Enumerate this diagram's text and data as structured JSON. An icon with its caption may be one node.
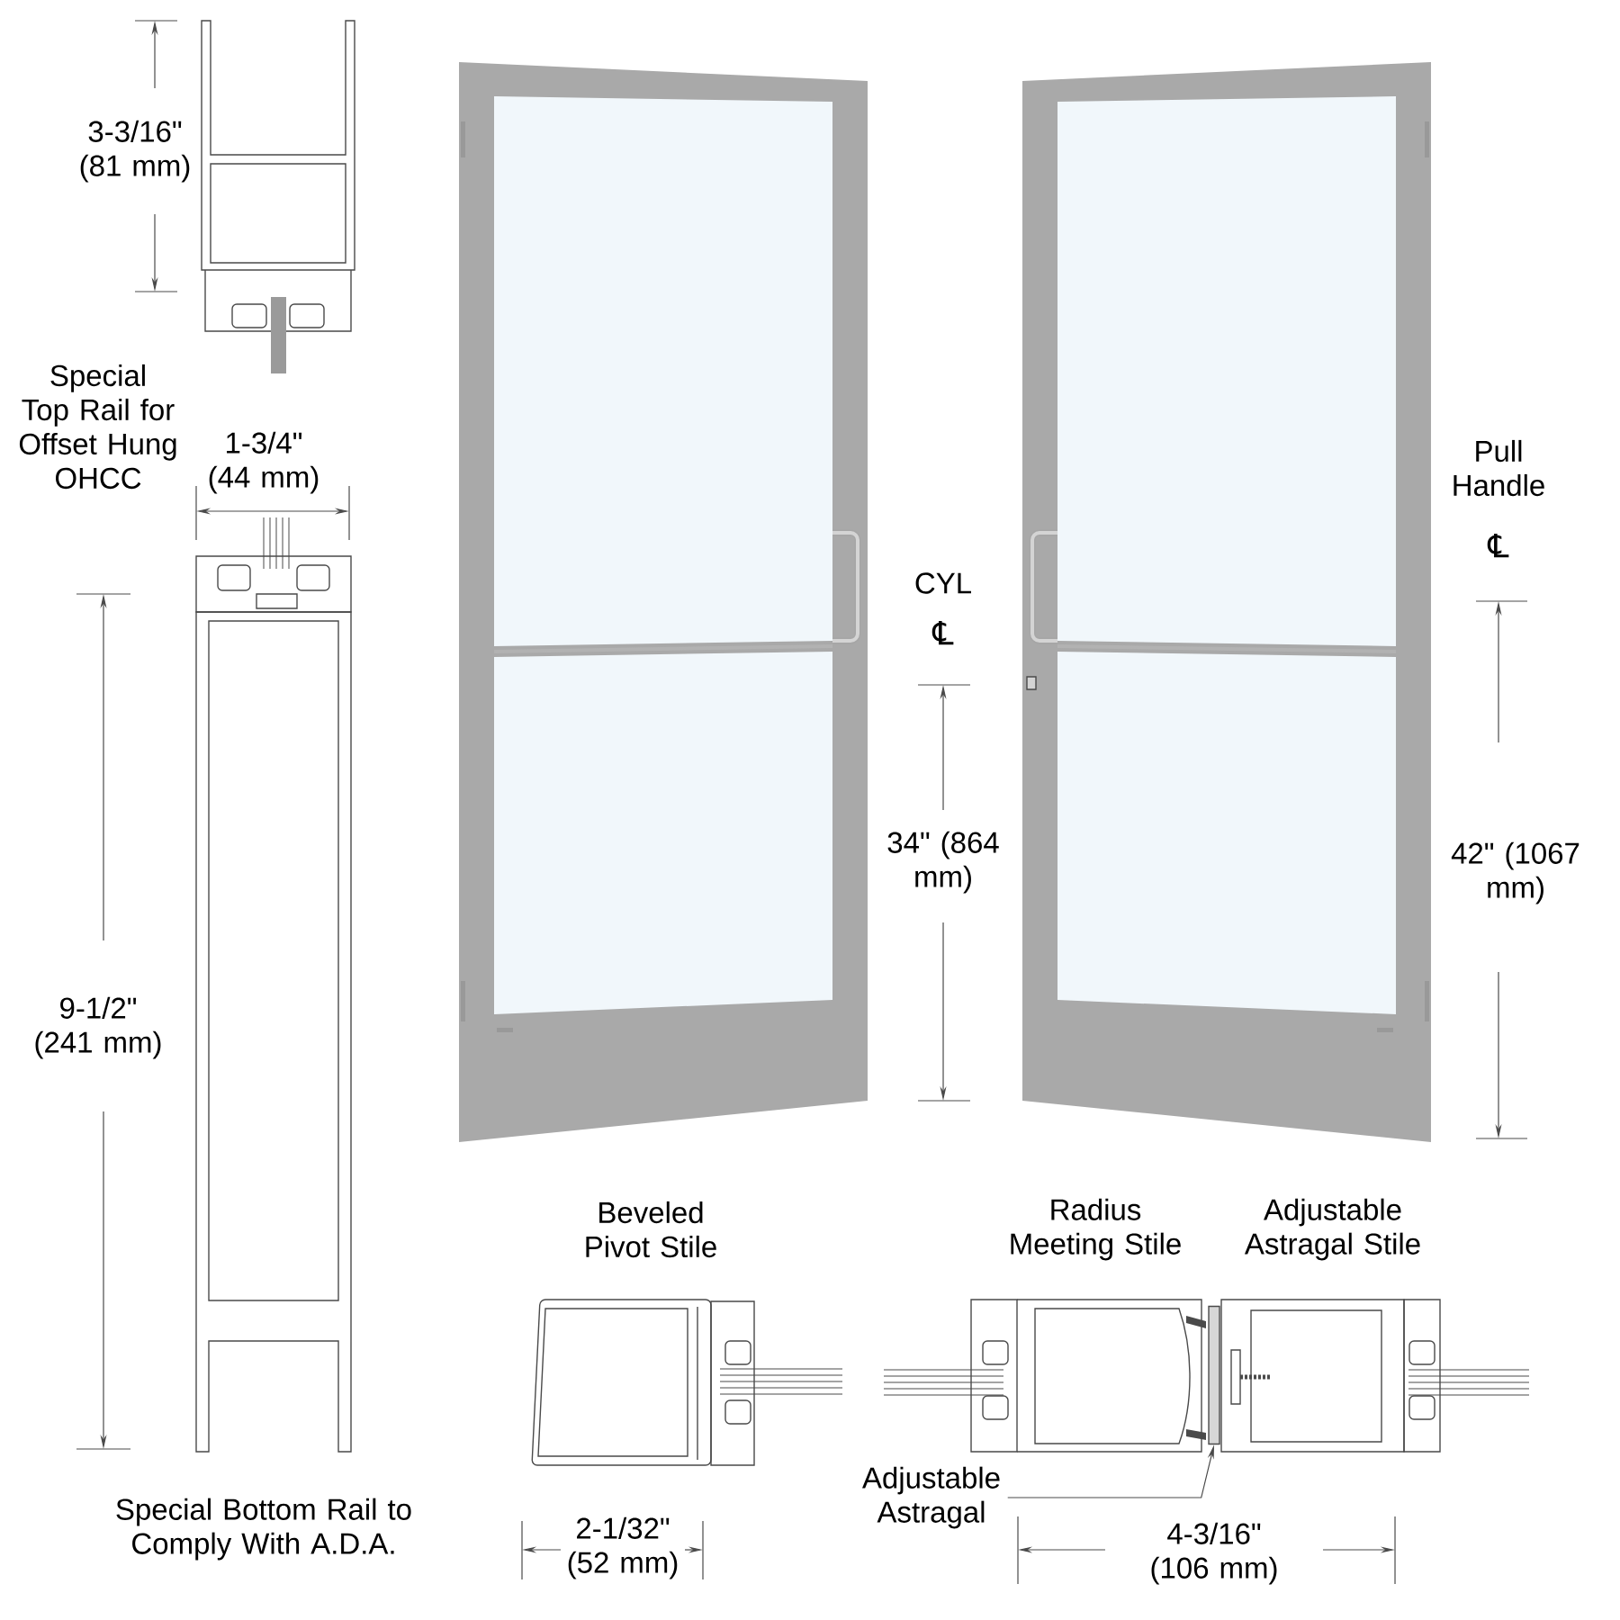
{
  "diagram": {
    "nodes": [
      {
        "text": [
          "Adjustable Astragal"
        ]
      },
      {
        "text": [],
        "shape": "bar"
      }
    ],
    "edges": [
      {
        "from": 0,
        "to": 1,
        "arrow": "to"
      }
    ],
    "labels": [
      "3-3/16\" (81 mm)",
      "Special Top Rail for Offset Hung OHCC",
      "1-3/4\" (44 mm)",
      "9-1/2\" (241 mm)",
      "Special Bottom Rail to Comply With A.D.A.",
      "CYL",
      "℄",
      "34\" (864 mm)",
      "Pull Handle",
      "℄",
      "42\" (1067 mm)",
      "Beveled Pivot Stile",
      "Radius Meeting Stile",
      "Adjustable Astragal Stile",
      "2-1/32\" (52 mm)",
      "4-3/16\" (106 mm)"
    ]
  }
}
